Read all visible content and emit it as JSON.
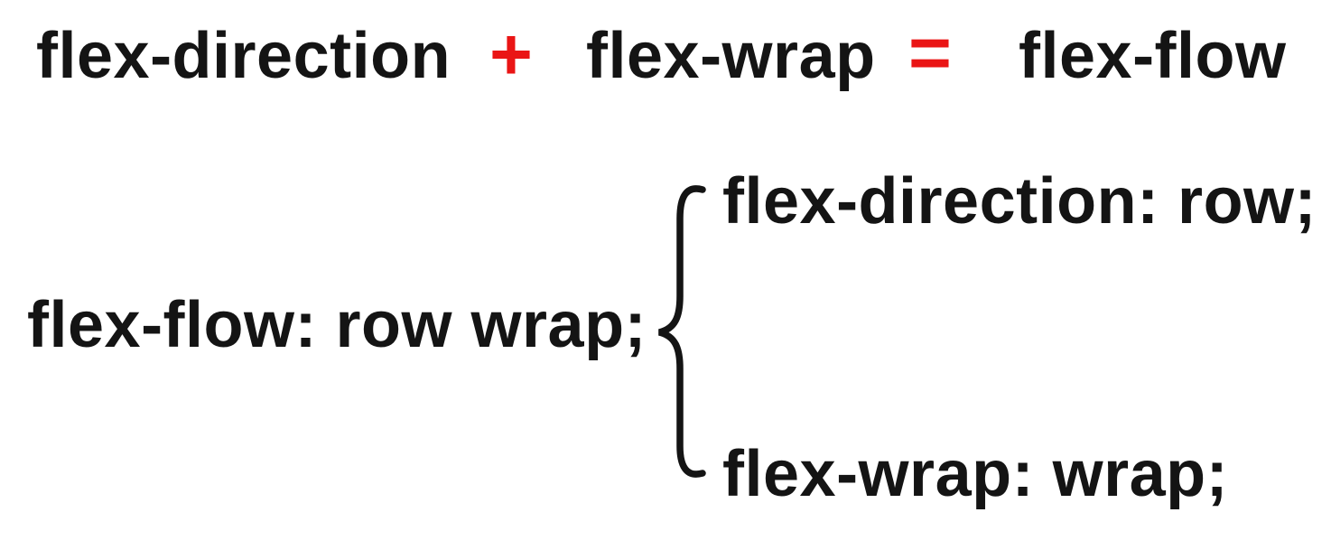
{
  "canvas": {
    "background": "#ffffff",
    "text_color": "#141414",
    "accent_red": "#EA1515"
  },
  "equation": {
    "left_operand": "flex-direction",
    "plus_sign": "+",
    "right_operand": "flex-wrap",
    "equals_sign": "=",
    "result": "flex-flow"
  },
  "expansion": {
    "shorthand": "flex-flow: row wrap;",
    "brace_icon": "curly-brace-icon",
    "longhand_top": "flex-direction: row;",
    "longhand_bottom": "flex-wrap: wrap;"
  }
}
